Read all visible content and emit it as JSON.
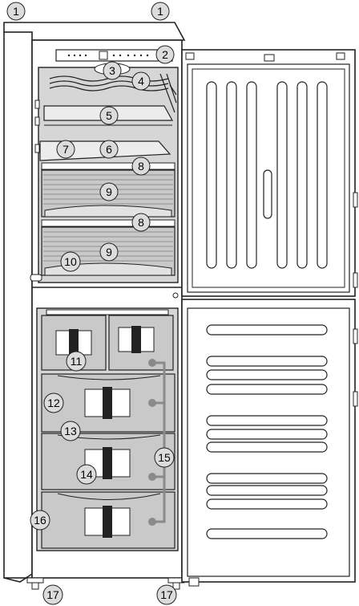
{
  "callouts": {
    "c1a": "1",
    "c1b": "1",
    "c2": "2",
    "c3": "3",
    "c4": "4",
    "c5": "5",
    "c6": "6",
    "c7": "7",
    "c8a": "8",
    "c8b": "8",
    "c9a": "9",
    "c9b": "9",
    "c10": "10",
    "c11": "11",
    "c12": "12",
    "c13": "13",
    "c14": "14",
    "c15": "15",
    "c16": "16",
    "c17a": "17",
    "c17b": "17"
  },
  "colors": {
    "line": "#222222",
    "interior": "#d6d6d6",
    "drawer": "#c9c9c9",
    "callout_fill": "#dcdcdc",
    "connector": "#8a8a8a",
    "door_panel": "#ffffff"
  },
  "icons": {
    "appliance": "fridge-freezer-line-drawing",
    "drawer_symbol": "snowflake-star-icon"
  }
}
